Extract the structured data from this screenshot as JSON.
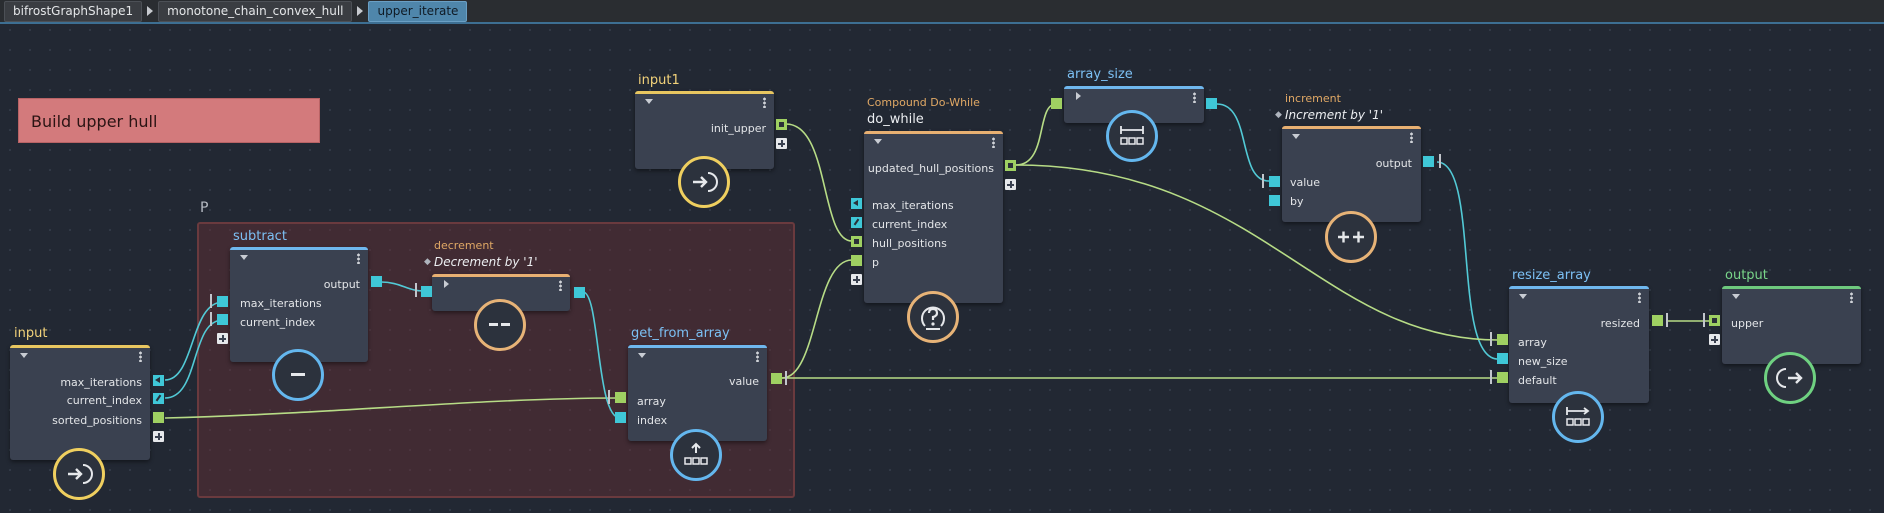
{
  "breadcrumb": [
    {
      "label": "bifrostGraphShape1"
    },
    {
      "label": "monotone_chain_convex_hull"
    },
    {
      "label": "upper_iterate"
    }
  ],
  "sticky_note": {
    "text": "Build upper hull"
  },
  "backdrop": {
    "label": "P"
  },
  "nodes": {
    "input": {
      "title": "input",
      "ports": [
        "max_iterations",
        "current_index",
        "sorted_positions"
      ]
    },
    "subtract": {
      "title": "subtract",
      "output": "output",
      "inputs": [
        "max_iterations",
        "current_index"
      ]
    },
    "decrement": {
      "subtitle": "decrement",
      "title": "Decrement by '1'"
    },
    "get_from_array": {
      "title": "get_from_array",
      "output": "value",
      "inputs": [
        "array",
        "index"
      ]
    },
    "input1": {
      "title": "input1",
      "ports": [
        "init_upper"
      ]
    },
    "do_while": {
      "subtitle": "Compound Do-While",
      "title": "do_while",
      "output": "updated_hull_positions",
      "inputs": [
        "max_iterations",
        "current_index",
        "hull_positions",
        "p"
      ]
    },
    "array_size": {
      "title": "array_size"
    },
    "increment": {
      "subtitle": "increment",
      "title": "Increment by '1'",
      "output": "output",
      "inputs": [
        "value",
        "by"
      ]
    },
    "resize_array": {
      "title": "resize_array",
      "output": "resized",
      "inputs": [
        "array",
        "new_size",
        "default"
      ]
    },
    "output": {
      "title": "output",
      "inputs": [
        "upper"
      ]
    }
  },
  "colors": {
    "background": "#222833",
    "node_body": "#3a4150",
    "yellow": "#e8c660",
    "blue": "#6fb7ee",
    "green": "#6ec97e",
    "orange": "#e8b072",
    "port_cyan": "#3fc7d7",
    "port_green": "#9fd062",
    "sticky": "#d37a7c",
    "backdrop": "#703034"
  }
}
